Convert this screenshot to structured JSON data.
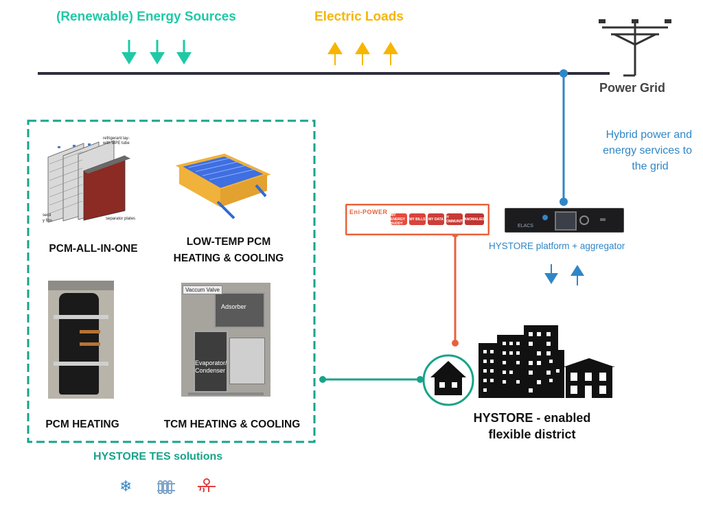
{
  "top": {
    "sources_label": "(Renewable) Energy Sources",
    "loads_label": "Electric Loads",
    "grid_label": "Power Grid"
  },
  "grid_services": {
    "line1": "Hybrid power and",
    "line2": "energy services to",
    "line3": "the grid"
  },
  "platform": {
    "label": "HYSTORE platform + aggregator",
    "enipower_logo": "Eni-POWER",
    "enipower_buttons": [
      "MY ENERGY BUDDY",
      "MY BILLS",
      "MY DATA",
      "MY COMMUNITY",
      "ANOMALIES"
    ],
    "device_brand": "ELACS"
  },
  "tes": {
    "title": "HYSTORE TES solutions",
    "items": [
      {
        "label": "PCM-ALL-IN-ONE"
      },
      {
        "label_line1": "LOW-TEMP PCM",
        "label_line2": "HEATING & COOLING"
      },
      {
        "label": "PCM HEATING"
      },
      {
        "label": "TCM HEATING & COOLING"
      }
    ],
    "tcm_tags": {
      "vacuum": "Vaccum Valve",
      "adsorber": "Adsorber",
      "evap1": "Evaporator/",
      "evap2": "Condenser"
    },
    "pcm_diagram_text": {
      "t1": "refrigerant lay-",
      "t2": "with MPE tube",
      "t3": "separator plates",
      "t4": "y fins",
      "t5": "secti"
    }
  },
  "district": {
    "line1": "HYSTORE - enabled",
    "line2": "flexible district"
  },
  "bottom_icons": [
    "snowflake-icon",
    "radiator-icon",
    "heating-tap-icon"
  ],
  "colors": {
    "teal": "#1fc9a6",
    "yellow": "#f7b500",
    "blue": "#2f86c7",
    "orange": "#e8623a",
    "green": "#17a389",
    "grid_line": "#2d2d3a"
  }
}
